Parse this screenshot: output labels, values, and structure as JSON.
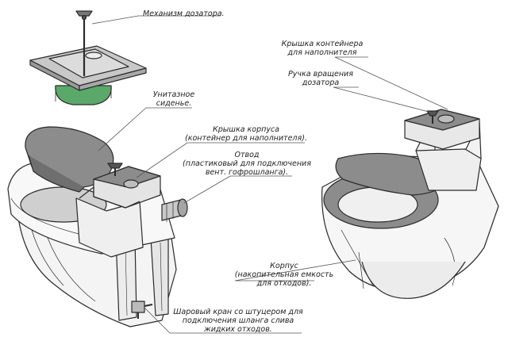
{
  "colors": {
    "outline": "#2b2b2b",
    "body": "#f4f4f4",
    "lid": "#8c8c8c",
    "seat_green": "#5aa86a",
    "metal": "#b9b9b9",
    "leader": "#555555"
  },
  "labels": {
    "dispenser_mechanism": "Механизм дозатора.",
    "toilet_seat_1": "Унитазное",
    "toilet_seat_2": "сиденье.",
    "body_lid_1": "Крышка корпуса",
    "body_lid_2": "(контейнер для наполнителя).",
    "outlet_1": "Отвод",
    "outlet_2": "(пластиковый для подключения",
    "outlet_3": "вент. гофрошланга).",
    "container_lid_1": "Крышка контейнера",
    "container_lid_2": "для наполнителя",
    "dispenser_handle_1": "Ручка вращения",
    "dispenser_handle_2": "дозатора",
    "body_1": "Корпус",
    "body_2": "(накопительная емкость",
    "body_3": "для отходов).",
    "ball_valve_1": "Шаровый кран со штуцером для",
    "ball_valve_2": "подключения шланга слива",
    "ball_valve_3": "жидких отходов."
  }
}
